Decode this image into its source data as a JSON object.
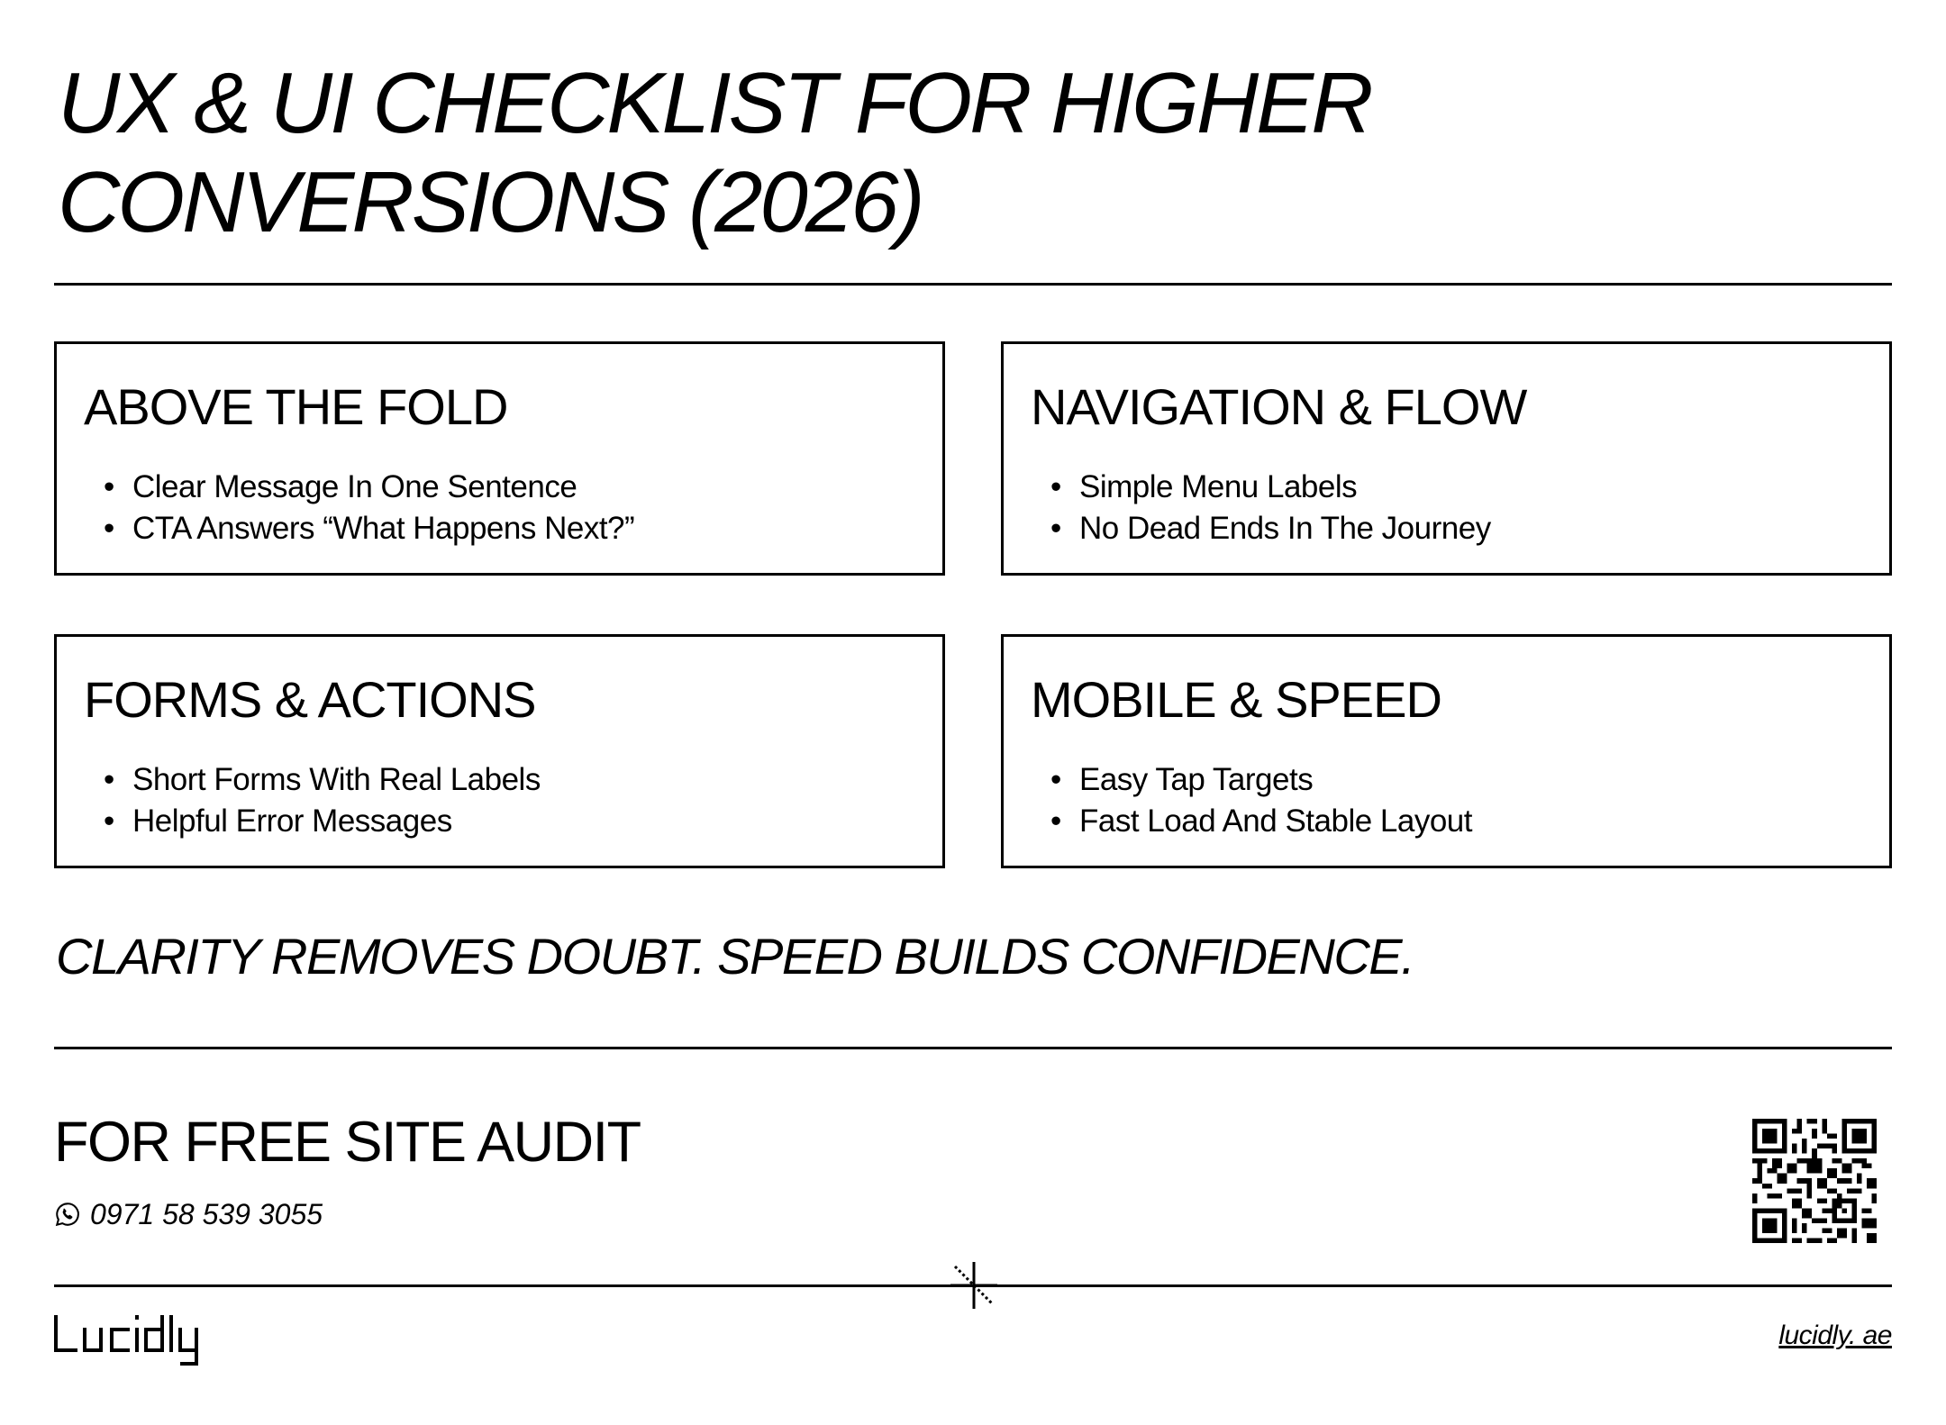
{
  "header": {
    "title_line1": "UX & UI CHECKLIST FOR HIGHER",
    "title_line2": "CONVERSIONS (2026)"
  },
  "cards": [
    {
      "heading": "ABOVE THE FOLD",
      "items": [
        "Clear Message In One Sentence",
        "CTA Answers “What Happens Next?”"
      ]
    },
    {
      "heading": "NAVIGATION & FLOW",
      "items": [
        "Simple Menu Labels",
        "No Dead Ends In The Journey"
      ]
    },
    {
      "heading": "FORMS & ACTIONS",
      "items": [
        "Short Forms With Real Labels",
        "Helpful Error Messages"
      ]
    },
    {
      "heading": "MOBILE & SPEED",
      "items": [
        "Easy Tap Targets",
        "Fast Load And Stable Layout"
      ]
    }
  ],
  "bullet": "•",
  "tagline": "CLARITY REMOVES DOUBT. SPEED BUILDS CONFIDENCE.",
  "cta": {
    "heading": "FOR FREE SITE AUDIT",
    "phone_icon": "whatsapp-icon",
    "phone": "0971 58 539 3055",
    "qr_icon": "qr-code"
  },
  "footer": {
    "logo": "Lucidly",
    "website": "lucidly. ae",
    "divider_mark": "asterisk-star-icon"
  },
  "colors": {
    "text": "#000000",
    "background": "#ffffff"
  }
}
